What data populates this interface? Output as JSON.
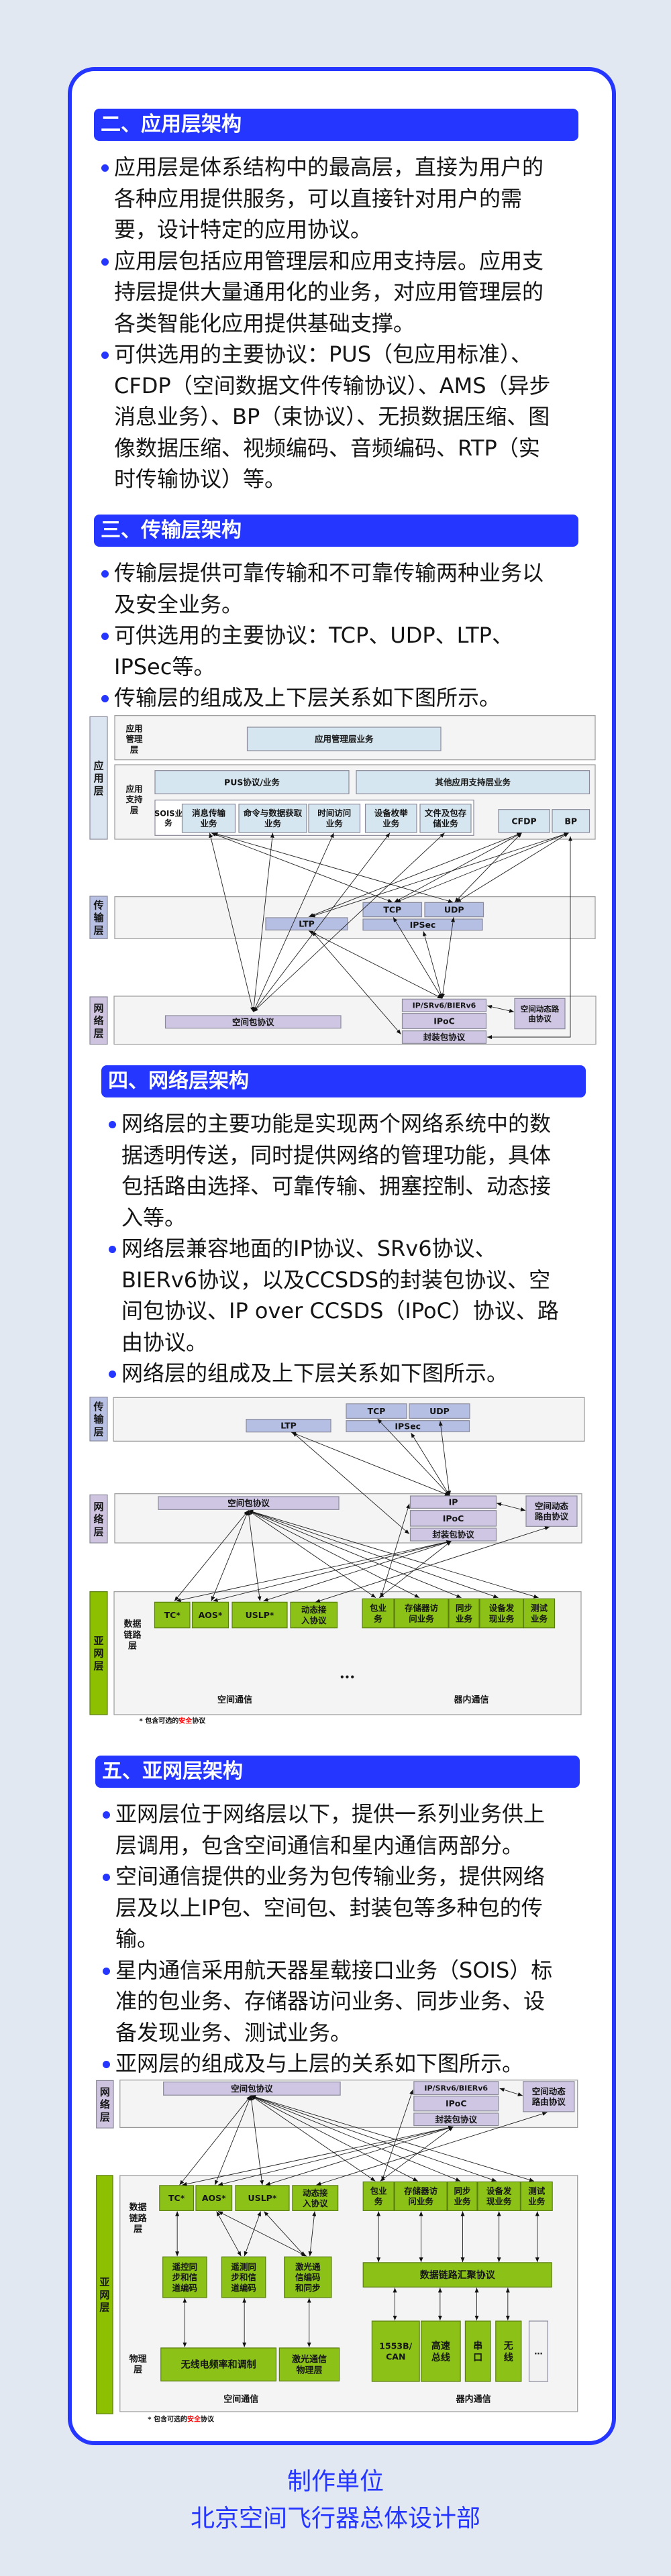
{
  "sections": [
    {
      "title": "二、应用层架构",
      "bullets": [
        "应用层是体系结构中的最高层，直接为用户的各种应用提供服务，可以直接针对用户的需要，设计特定的应用协议。",
        "应用层包括应用管理层和应用支持层。应用支持层提供大量通用化的业务，对应用管理层的各类智能化应用提供基础支撑。",
        "可供选用的主要协议：PUS（包应用标准）、CFDP（空间数据文件传输协议）、AMS（异步消息业务）、BP（束协议）、无损数据压缩、图像数据压缩、视频编码、音频编码、RTP（实时传输协议）等。"
      ]
    },
    {
      "title": "三、传输层架构",
      "bullets": [
        "传输层提供可靠传输和不可靠传输两种业务以及安全业务。",
        "可供选用的主要协议：TCP、UDP、LTP、IPSec等。",
        "传输层的组成及上下层关系如下图所示。"
      ]
    },
    {
      "title": "四、网络层架构",
      "bullets": [
        "网络层的主要功能是实现两个网络系统中的数据透明传送，同时提供网络的管理功能，具体包括路由选择、可靠传输、拥塞控制、动态接入等。",
        "网络层兼容地面的IP协议、SRv6协议、BIERv6协议，以及CCSDS的封装包协议、空间包协议、IP over CCSDS（IPoC）协议、路由协议。",
        "网络层的组成及上下层关系如下图所示。"
      ]
    },
    {
      "title": "五、亚网层架构",
      "bullets": [
        "亚网层位于网络层以下，提供一系列业务供上层调用，包含空间通信和星内通信两部分。",
        "空间通信提供的业务为包传输业务，提供网络层及以上IP包、空间包、封装包等多种包的传输。",
        "星内通信采用航天器星载接口业务（SOIS）标准的包业务、存储器访问业务、同步业务、设备发现业务、测试业务。",
        "亚网层的组成及与上层的关系如下图所示。"
      ]
    }
  ],
  "diagrams": {
    "d1": {
      "labels": {
        "side_app": "应\n用\n层",
        "side_trans": "传\n输\n层",
        "side_net": "网\n络\n层",
        "mgmt_label": "应用\n管理\n层",
        "sup_label": "应用\n支持\n层",
        "mgmt_svc": "应用管理层业务",
        "pus": "PUS协议/业务",
        "other": "其他应用支持层业务",
        "sois_label": "SOIS业\n务",
        "msg": "消息传输\n业务",
        "cmd": "命令与数据获取\n业务",
        "time": "时间访问\n业务",
        "dev": "设备枚举\n业务",
        "file": "文件及包存\n储业务",
        "cfdp": "CFDP",
        "bp": "BP",
        "tcp": "TCP",
        "udp": "UDP",
        "ipsec": "IPSec",
        "ltp": "LTP",
        "spp": "空间包协议",
        "ip": "IP/SRv6/BIERv6",
        "ipoc": "IPoC",
        "encap": "封装包协议",
        "dyn": "空间动态路\n由协议"
      }
    },
    "d2": {
      "labels": {
        "side_trans": "传\n输\n层",
        "side_net": "网\n络\n层",
        "side_sub": "亚\n网\n层",
        "ltp": "LTP",
        "tcp": "TCP",
        "udp": "UDP",
        "ipsec": "IPSec",
        "spp": "空间包协议",
        "ip": "IP",
        "ipoc": "IPoC",
        "encap": "封装包协议",
        "dyn": "空间动态\n路由协议",
        "dl_label": "数据\n链路\n层",
        "tc": "TC*",
        "aos": "AOS*",
        "uslp": "USLP*",
        "dyn_acc": "动态接\n入协议",
        "pkt": "包业\n务",
        "mem": "存储器访\n问业务",
        "sync": "同步\n业务",
        "disc": "设备发\n现业务",
        "test": "测试\n业务",
        "dots": "•••",
        "space_comm": "空间通信",
        "intra": "器内通信",
        "foot_pre": "* 包含可选的",
        "foot_red": "安全",
        "foot_post": "协议"
      }
    },
    "d3": {
      "labels": {
        "side_net": "网\n络\n层",
        "side_sub": "亚\n网\n层",
        "spp": "空间包协议",
        "ip": "IP/SRv6/BIERv6",
        "ipoc": "IPoC",
        "encap": "封装包协议",
        "dyn": "空间动态\n路由协议",
        "dl_label": "数据\n链路\n层",
        "phys_label": "物理\n层",
        "tc": "TC*",
        "aos": "AOS*",
        "uslp": "USLP*",
        "dyn_acc": "动态接\n入协议",
        "pkt": "包业\n务",
        "mem": "存储器访\n问业务",
        "sync": "同步\n业务",
        "disc": "设备发\n现业务",
        "test": "测试\n业务",
        "c1": "遥控同\n步和信\n道编码",
        "c2": "遥测同\n步和信\n道编码",
        "c3": "激光通\n信编码\n和同步",
        "dlc": "数据链路汇聚协议",
        "radio": "无线电频率和调制",
        "laser": "激光通信\n物理层",
        "b1553": "1553B/\nCAN",
        "hs": "高速\n总线",
        "serial": "串\n口",
        "wireless": "无\n线",
        "more": "…",
        "space_comm": "空间通信",
        "intra": "器内通信",
        "foot_pre": "* 包含可选的",
        "foot_red": "安全",
        "foot_post": "协议"
      }
    }
  },
  "colors": {
    "accent": "#2436ff",
    "background": "#e1e8f2",
    "green": "#8cc218",
    "purple": "#cfc6e3",
    "blue_box": "#b5bfe3",
    "app_box": "#d6e6f0",
    "red": "#ff0000"
  },
  "footer": {
    "line1": "制作单位",
    "line2": "北京空间飞行器总体设计部"
  }
}
